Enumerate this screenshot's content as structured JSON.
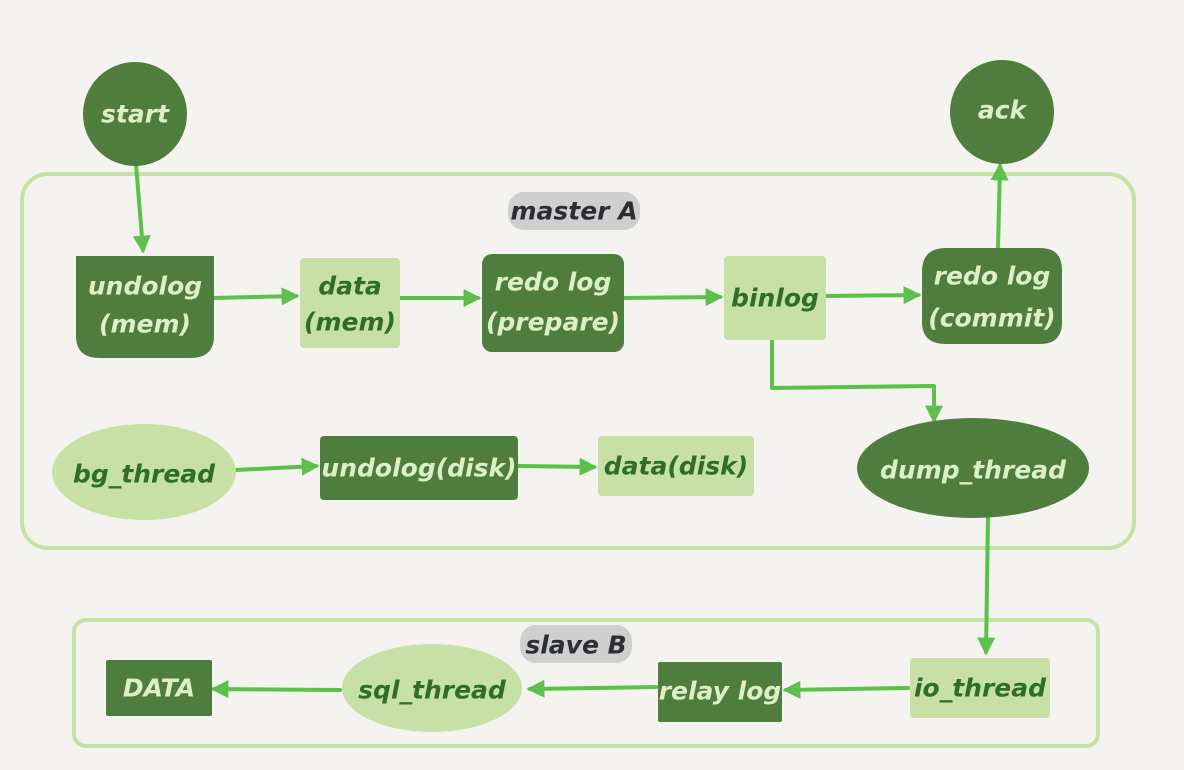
{
  "groups": {
    "master": "master A",
    "slave": "slave B"
  },
  "nodes": {
    "start": "start",
    "ack": "ack",
    "undolog_mem_1": "undolog",
    "undolog_mem_2": "(mem)",
    "data_mem_1": "data",
    "data_mem_2": "(mem)",
    "redo_prepare_1": "redo log",
    "redo_prepare_2": "(prepare)",
    "binlog": "binlog",
    "redo_commit_1": "redo log",
    "redo_commit_2": "(commit)",
    "bg_thread": "bg_thread",
    "undolog_disk": "undolog(disk)",
    "data_disk": "data(disk)",
    "dump_thread": "dump_thread",
    "io_thread": "io_thread",
    "relay_log": "relay log",
    "sql_thread": "sql_thread",
    "data_final": "DATA"
  },
  "colors": {
    "dark_green": "#4f7d3e",
    "light_green": "#c6e0a6",
    "arrow_green": "#5cc04a",
    "tag_grey": "#cfcfcf",
    "background": "#f4f3ef"
  }
}
